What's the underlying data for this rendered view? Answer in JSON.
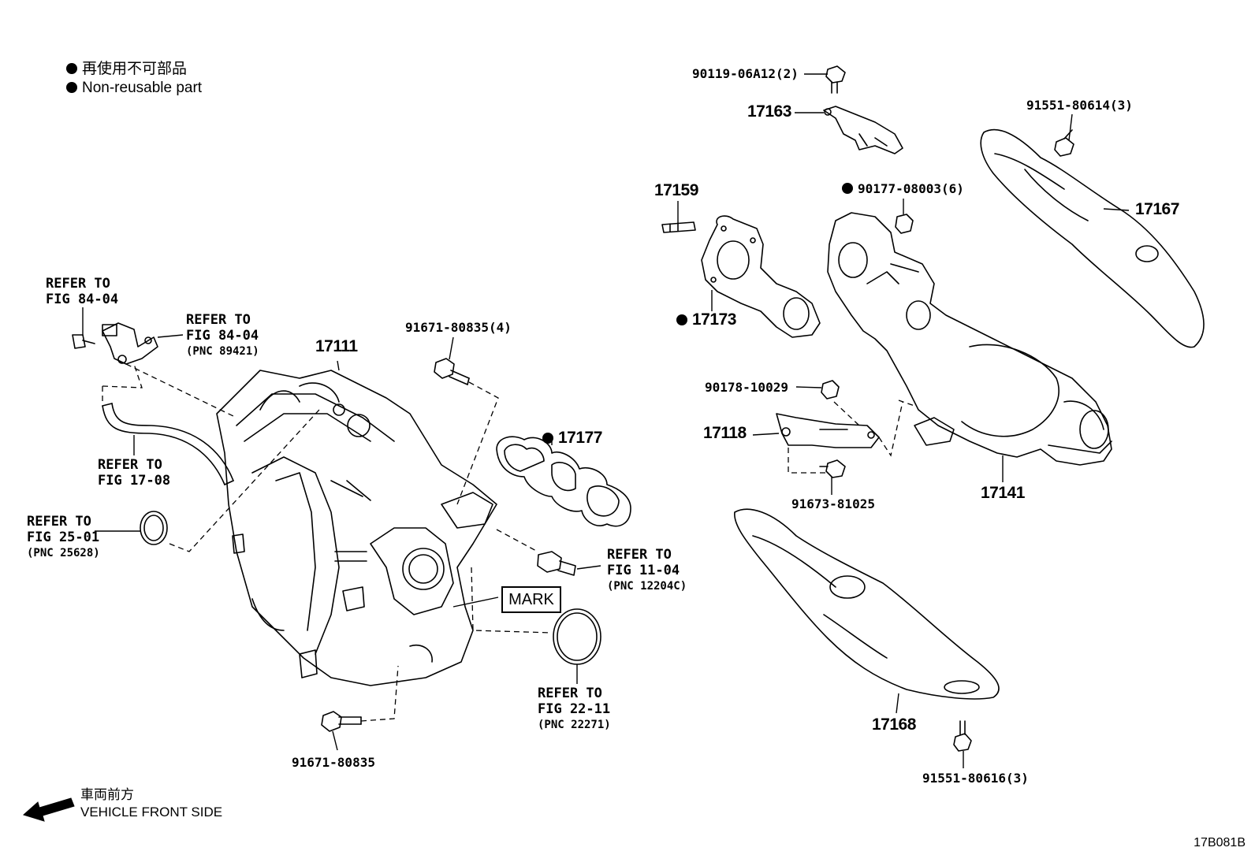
{
  "legend": {
    "jp": "再使用不可部品",
    "en": "Non-reusable part"
  },
  "parts": {
    "p17111": "17111",
    "p17177": "17177",
    "p91671_top": "91671-80835(4)",
    "p91671_bottom": "91671-80835",
    "p90119": "90119-06A12(2)",
    "p17163": "17163",
    "p91551_top": "91551-80614(3)",
    "p17159": "17159",
    "p90177": "90177-08003(6)",
    "p17167": "17167",
    "p17173": "17173",
    "p90178": "90178-10029",
    "p17118": "17118",
    "p91673": "91673-81025",
    "p17141": "17141",
    "p17168": "17168",
    "p91551_bottom": "91551-80616(3)"
  },
  "refs": {
    "r1": {
      "l1": "REFER TO",
      "l2": "FIG 84-04"
    },
    "r2": {
      "l1": "REFER TO",
      "l2": "FIG 84-04",
      "l3": "(PNC 89421)"
    },
    "r3": {
      "l1": "REFER TO",
      "l2": "FIG 17-08"
    },
    "r4": {
      "l1": "REFER TO",
      "l2": "FIG 25-01",
      "l3": "(PNC 25628)"
    },
    "r5": {
      "l1": "REFER TO",
      "l2": "FIG 11-04",
      "l3": "(PNC 12204C)"
    },
    "r6": {
      "l1": "REFER TO",
      "l2": "FIG 22-11",
      "l3": "(PNC 22271)"
    }
  },
  "mark": "MARK",
  "front": {
    "jp": "車両前方",
    "en": "VEHICLE FRONT SIDE"
  },
  "code": "17B081B"
}
